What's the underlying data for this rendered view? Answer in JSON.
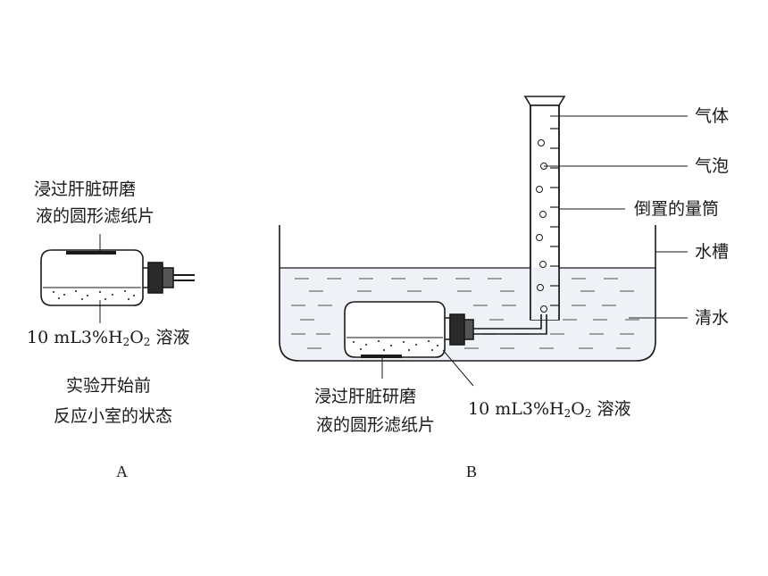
{
  "panel_a": {
    "paper_label_line1": "浸过肝脏研磨",
    "paper_label_line2": "液的圆形滤纸片",
    "solution": {
      "prefix": "10 mL3%H",
      "sub1": "2",
      "mid": "O",
      "sub2": "2",
      "suffix": " 溶液"
    },
    "caption_line1": "实验开始前",
    "caption_line2": "反应小室的状态",
    "letter": "A"
  },
  "panel_b": {
    "gas_label": "气体",
    "bubble_label": "气泡",
    "cylinder_label": "倒置的量筒",
    "tank_label": "水槽",
    "water_label": "清水",
    "paper_label_line1": "浸过肝脏研磨",
    "paper_label_line2": "液的圆形滤纸片",
    "solution": {
      "prefix": "10 mL3%H",
      "sub1": "2",
      "mid": "O",
      "sub2": "2",
      "suffix": " 溶液"
    },
    "letter": "B"
  },
  "colors": {
    "ink": "#1a1a1a",
    "water": "#eef2f7",
    "dash": "#6b6b6b"
  }
}
